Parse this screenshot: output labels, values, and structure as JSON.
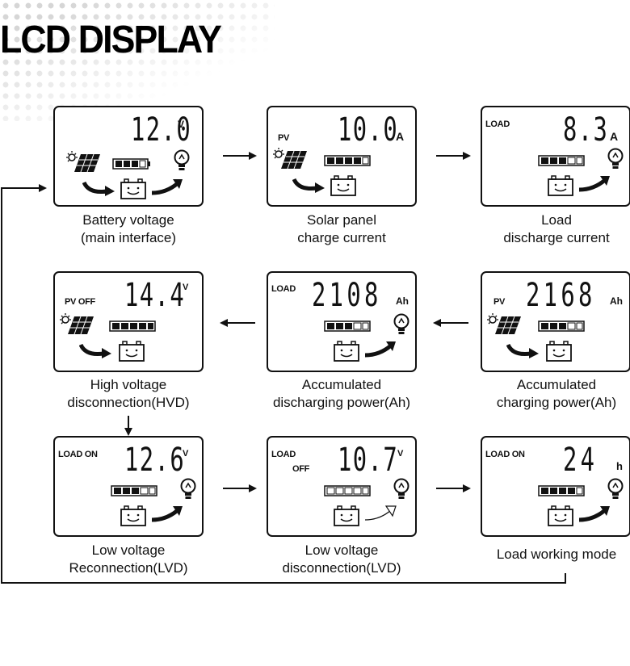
{
  "title": "LCD DISPLAY",
  "panels": [
    {
      "caption_1": "Battery voltage",
      "caption_2": "(main interface)",
      "value": "12.0",
      "unit": "V",
      "label_a": "",
      "label_b": "",
      "label_c": ""
    },
    {
      "caption_1": "Solar panel",
      "caption_2": "charge current",
      "value": "10.0",
      "unit": "A",
      "label_a": "PV",
      "label_b": "",
      "label_c": ""
    },
    {
      "caption_1": "Load",
      "caption_2": "discharge current",
      "value": "8.3",
      "unit": "A",
      "label_a": "LOAD",
      "label_b": "",
      "label_c": ""
    },
    {
      "caption_1": "High voltage",
      "caption_2": "disconnection(HVD)",
      "value": "14.4",
      "unit": "V",
      "label_a": "PV OFF",
      "label_b": "",
      "label_c": ""
    },
    {
      "caption_1": "Accumulated",
      "caption_2": "discharging power(Ah)",
      "value": "2108",
      "unit": "Ah",
      "label_a": "LOAD",
      "label_b": "",
      "label_c": ""
    },
    {
      "caption_1": "Accumulated",
      "caption_2": "charging power(Ah)",
      "value": "2168",
      "unit": "Ah",
      "label_a": "PV",
      "label_b": "",
      "label_c": ""
    },
    {
      "caption_1": "Low voltage",
      "caption_2": "Reconnection(LVD)",
      "value": "12.6",
      "unit": "V",
      "label_a": "LOAD ON",
      "label_b": "",
      "label_c": ""
    },
    {
      "caption_1": "Low voltage",
      "caption_2": "disconnection(LVD)",
      "value": "10.7",
      "unit": "V",
      "label_a": "LOAD",
      "label_b": "OFF",
      "label_c": ""
    },
    {
      "caption_1": "Load working mode",
      "caption_2": "",
      "value": "24",
      "unit": "h",
      "label_a": "LOAD ON",
      "label_b": "",
      "label_c": ""
    }
  ]
}
